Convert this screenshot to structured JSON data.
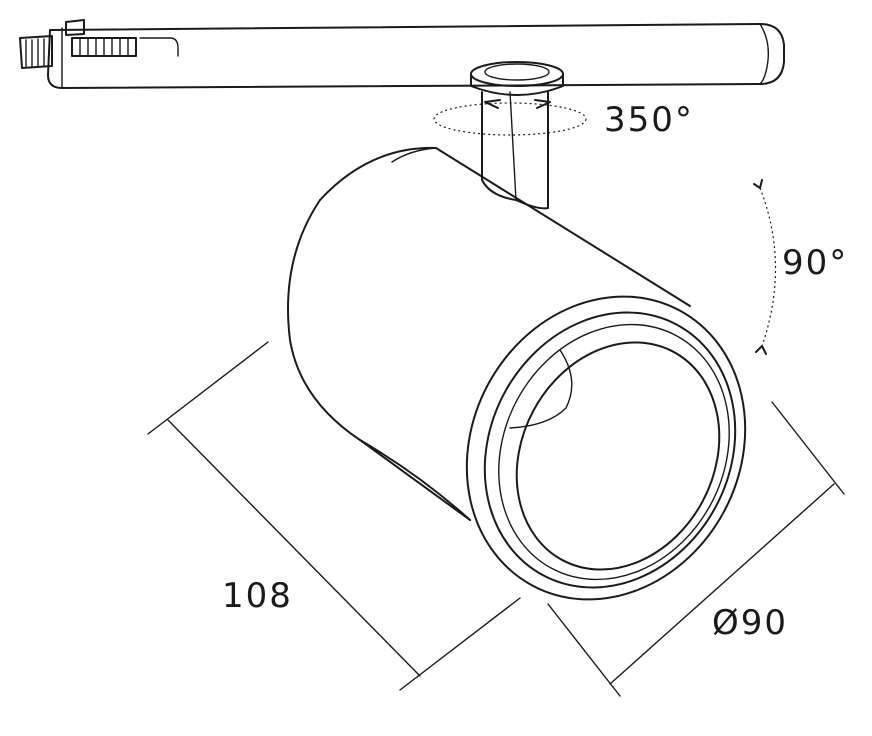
{
  "diagram": {
    "rotation_label": "350°",
    "tilt_label": "90°",
    "length_label": "108",
    "diameter_label": "Ø90"
  },
  "colors": {
    "stroke": "#1a1a1a",
    "background": "#ffffff"
  }
}
